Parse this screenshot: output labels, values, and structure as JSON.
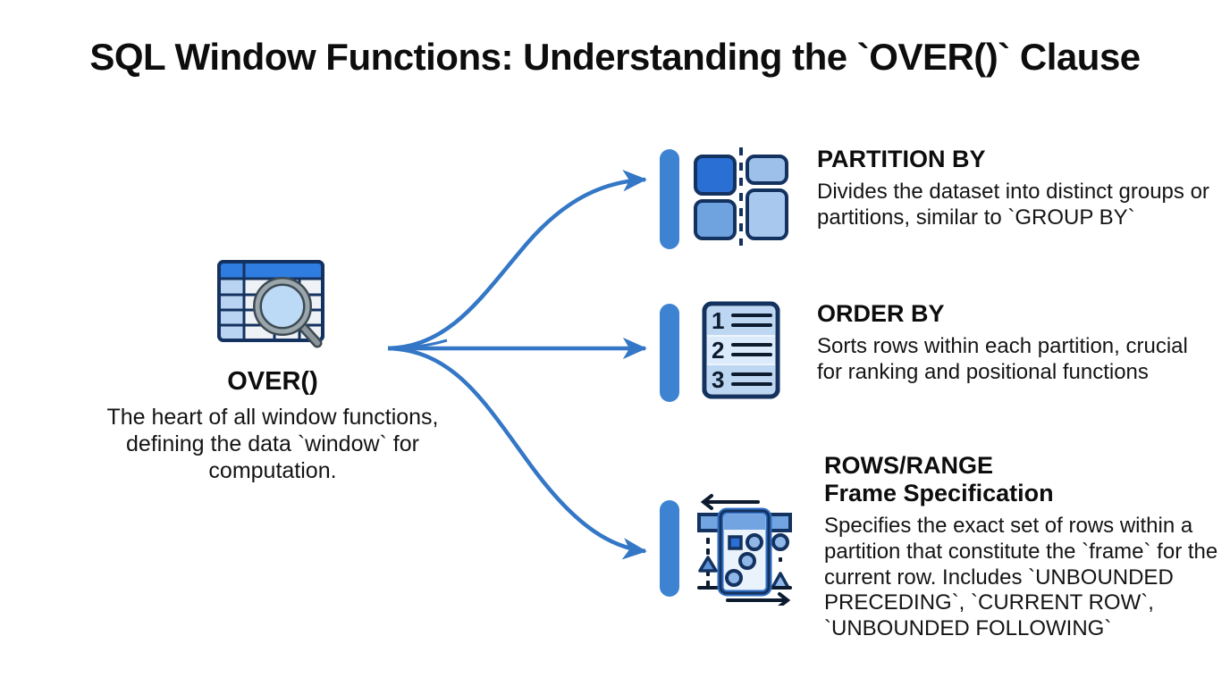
{
  "title": "SQL Window Functions: Understanding the `OVER()` Clause",
  "colors": {
    "accent_blue": "#3e82d2",
    "deep_blue": "#2a6fd4",
    "mid_blue": "#6fa3e0",
    "light_blue": "#a8c8ee",
    "pale_blue": "#cfe0f6",
    "outline_navy": "#14325f",
    "text_black": "#111111",
    "background": "#ffffff",
    "grey_glass": "#7f8c8d"
  },
  "root": {
    "icon": "table-search-icon",
    "label": "OVER()",
    "description": "The heart of all window functions, defining the data `window` for computation."
  },
  "branches": [
    {
      "id": "partition-by",
      "icon": "partition-split-icon",
      "heading": "PARTITION BY",
      "description": "Divides the dataset into distinct groups or partitions, similar to `GROUP BY`"
    },
    {
      "id": "order-by",
      "icon": "ordered-list-icon",
      "heading": "ORDER BY",
      "description": "Sorts rows within each partition, crucial for ranking and positional functions"
    },
    {
      "id": "rows-range",
      "icon": "frame-window-icon",
      "heading": "ROWS/RANGE\nFrame Specification",
      "description": "Specifies the exact set of rows within a partition that constitute the `frame` for the current row. Includes `UNBOUNDED PRECEDING`, `CURRENT ROW`, `UNBOUNDED FOLLOWING`"
    }
  ],
  "connectors": {
    "type": "curved-arrows",
    "origin": "OVER()",
    "count": 3,
    "targets": [
      "PARTITION BY",
      "ORDER BY",
      "ROWS/RANGE Frame Specification"
    ]
  }
}
